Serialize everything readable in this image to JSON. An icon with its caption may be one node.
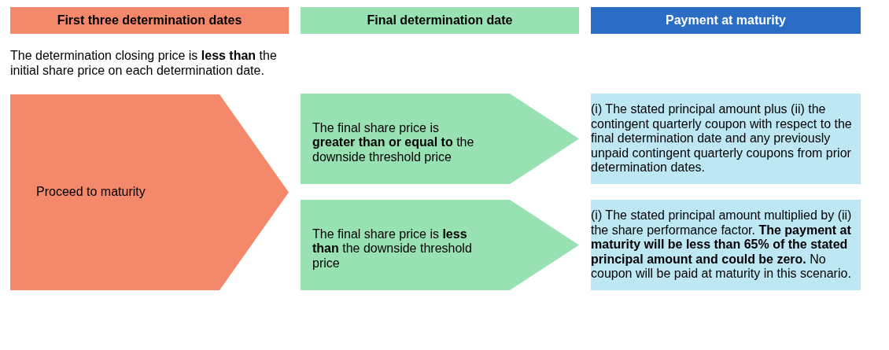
{
  "diagram": {
    "nodes": [
      {
        "text": [
          "First three determination dates"
        ]
      },
      {
        "text": [
          "Final determination date"
        ]
      },
      {
        "text": [
          "Payment at maturity"
        ]
      },
      {
        "text": [
          "Proceed to maturity"
        ]
      },
      {
        "text": [
          "The final share price is **greater than or equal to** the downside threshold price"
        ]
      },
      {
        "text": [
          "The final share price is **less than** the downside threshold price"
        ]
      },
      {
        "text": [
          "(i) The stated principal amount plus (ii) the contingent quarterly coupon with respect to the final determination date and any previously unpaid contingent quarterly coupons from prior determination dates."
        ]
      },
      {
        "text": [
          "(i) The stated principal amount multiplied by (ii) the share performance factor. **The payment at maturity will be less than 65% of the stated principal amount and could be zero.** No coupon will be paid at maturity in this scenario."
        ]
      }
    ],
    "labels": [
      "The determination closing price is **less than** the initial share price on each determination date."
    ]
  }
}
